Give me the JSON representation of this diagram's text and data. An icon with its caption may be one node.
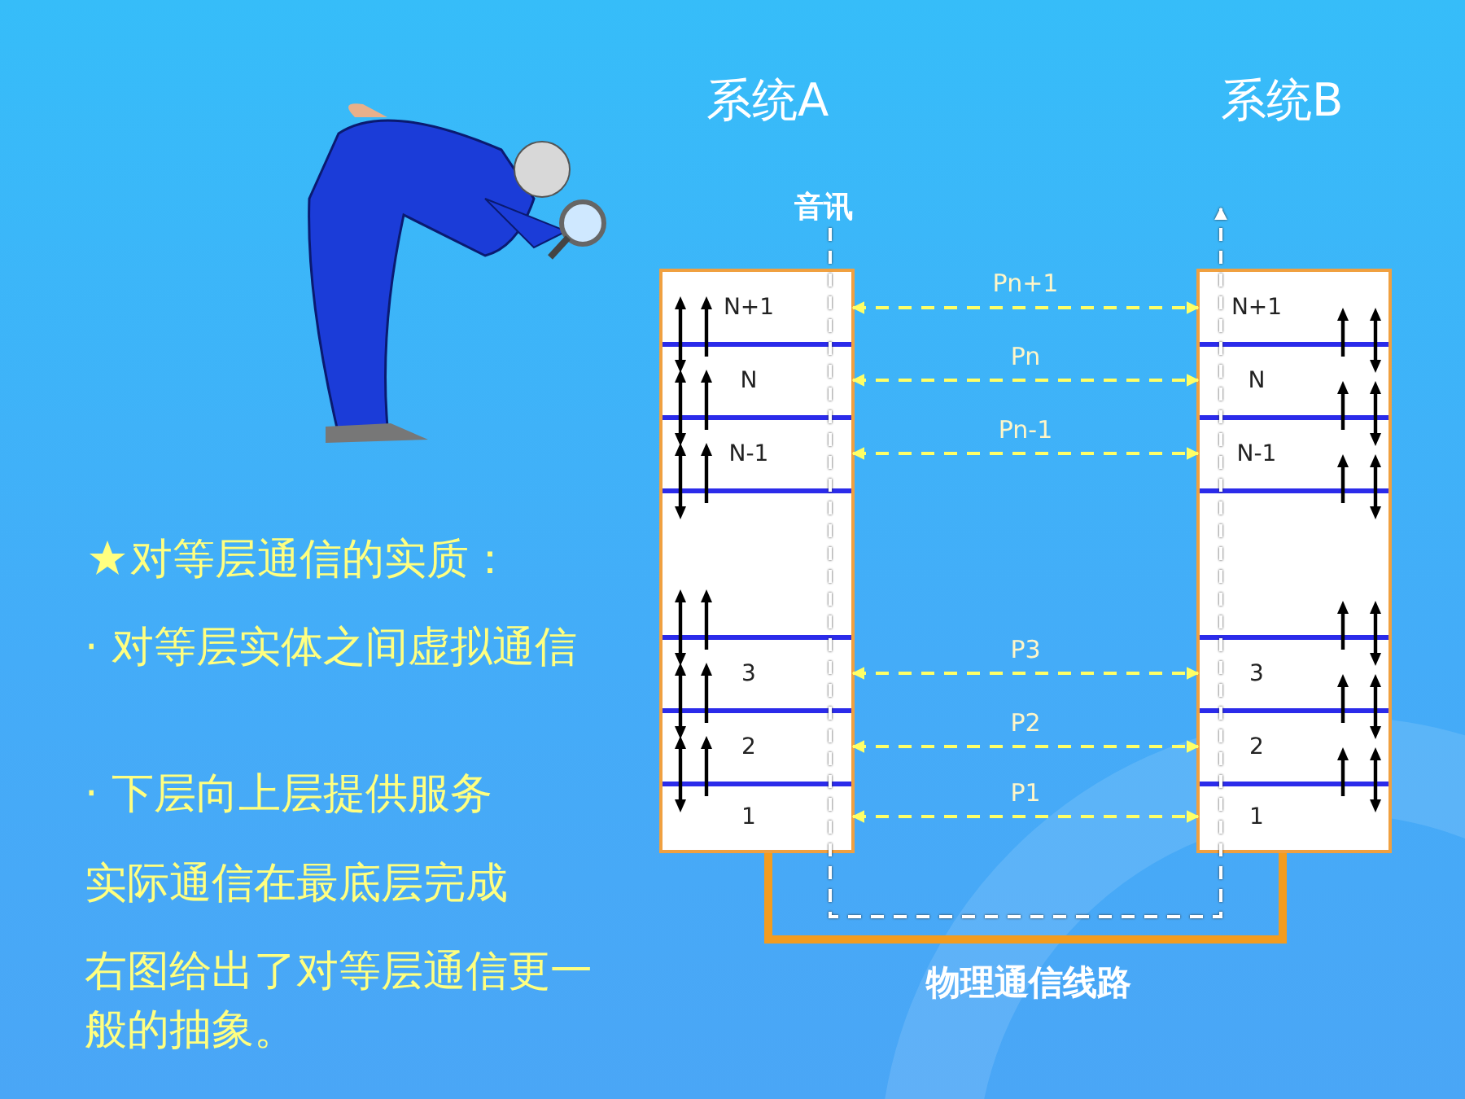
{
  "diagram": {
    "nodes": [
      {
        "text": [
          "系统A"
        ]
      },
      {
        "text": [
          "N+1"
        ],
        "in": 0
      },
      {
        "text": [
          "N"
        ],
        "in": 0
      },
      {
        "text": [
          "N-1"
        ],
        "in": 0
      },
      {
        "text": [
          "3"
        ],
        "in": 0
      },
      {
        "text": [
          "2"
        ],
        "in": 0
      },
      {
        "text": [
          "1"
        ],
        "in": 0
      },
      {
        "text": [
          "系统B"
        ]
      },
      {
        "text": [
          "N+1"
        ],
        "in": 7
      },
      {
        "text": [
          "N"
        ],
        "in": 7
      },
      {
        "text": [
          "N-1"
        ],
        "in": 7
      },
      {
        "text": [
          "3"
        ],
        "in": 7
      },
      {
        "text": [
          "2"
        ],
        "in": 7
      },
      {
        "text": [
          "1"
        ],
        "in": 7
      },
      {
        "text": [
          "音讯"
        ]
      }
    ],
    "edges": [
      {
        "from": 1,
        "to": 8,
        "arrow": "both",
        "style": "dashed",
        "label": "Pn+1"
      },
      {
        "from": 2,
        "to": 9,
        "arrow": "both",
        "style": "dashed",
        "label": "Pn"
      },
      {
        "from": 3,
        "to": 10,
        "arrow": "both",
        "style": "dashed",
        "label": "Pn-1"
      },
      {
        "from": 4,
        "to": 11,
        "arrow": "both",
        "style": "dashed",
        "label": "P3"
      },
      {
        "from": 5,
        "to": 12,
        "arrow": "both",
        "style": "dashed",
        "label": "P2"
      },
      {
        "from": 6,
        "to": 13,
        "arrow": "both",
        "style": "dashed",
        "label": "P1"
      },
      {
        "from": 0,
        "to": 7,
        "arrow": "none",
        "style": "thick",
        "color": "#f39c1f",
        "label": "物理通信线路"
      },
      {
        "from": 14,
        "to": null,
        "arrow": "to",
        "style": "dashed",
        "color": "#ffffff"
      }
    ],
    "labels": [
      "对等层通信的实质：",
      "· 对等层实体之间虚拟通信",
      "· 下层向上层提供服务",
      "实际通信在最底层完成",
      "右图给出了对等层通信更一般的抽象。"
    ]
  }
}
